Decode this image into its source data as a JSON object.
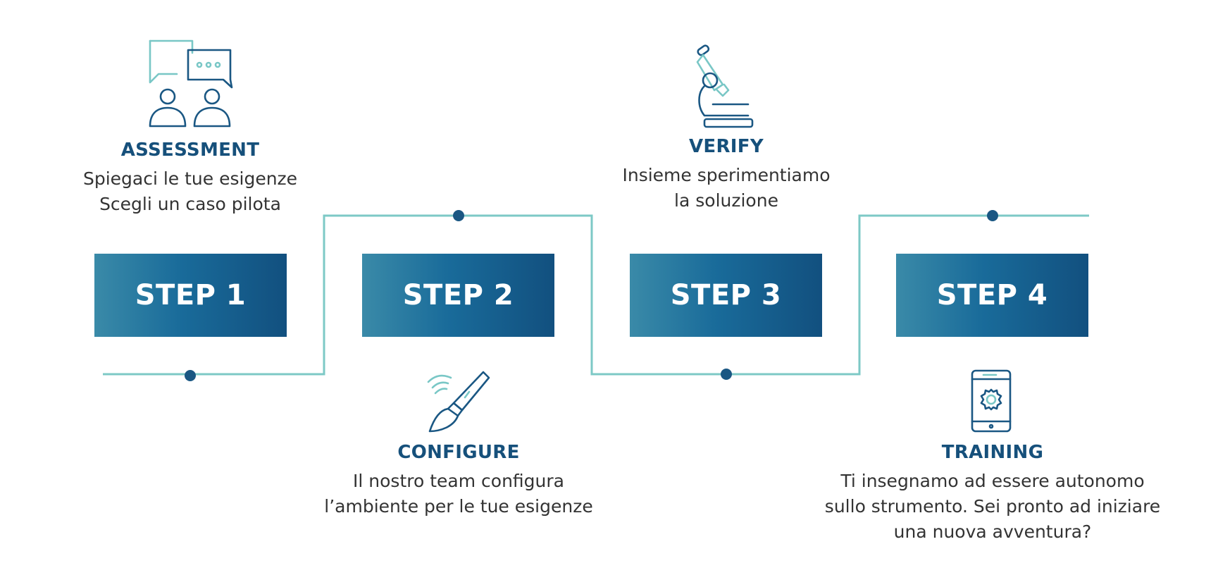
{
  "colors": {
    "box_gradient": [
      "#3a8aa8",
      "#196b9a",
      "#12507f"
    ],
    "connector": "#7dc9c6",
    "dot": "#1a5783",
    "title_text": "#16507b",
    "body_text": "#333333"
  },
  "steps": [
    {
      "label": "STEP 1",
      "title": "ASSESSMENT",
      "lines": [
        "Spiegaci le tue  esigenze",
        "Scegli un caso pilota"
      ],
      "icon": "people-chat-icon"
    },
    {
      "label": "STEP 2",
      "title": "CONFIGURE",
      "lines": [
        "Il nostro team configura",
        "l’ambiente per le tue esigenze"
      ],
      "icon": "paintbrush-icon"
    },
    {
      "label": "STEP 3",
      "title": "VERIFY",
      "lines": [
        "Insieme sperimentiamo",
        "la soluzione"
      ],
      "icon": "microscope-icon"
    },
    {
      "label": "STEP 4",
      "title": "TRAINING",
      "lines": [
        "Ti insegnamo ad essere autonomo",
        "sullo strumento. Sei pronto ad iniziare",
        "una nuova avventura?"
      ],
      "icon": "tablet-settings-icon"
    }
  ]
}
